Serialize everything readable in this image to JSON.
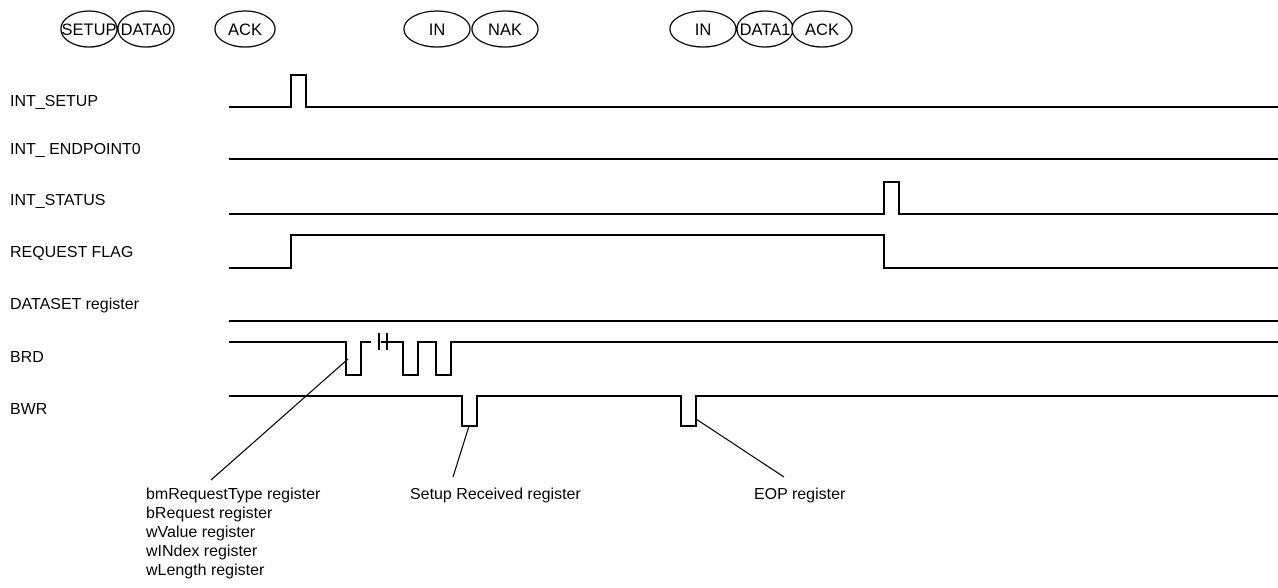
{
  "packet_groups": [
    [
      "SETUP",
      "DATA0",
      "ACK"
    ],
    [
      "IN",
      "NAK"
    ],
    [
      "IN",
      "DATA1",
      "ACK"
    ]
  ],
  "signals": [
    "INT_SETUP",
    "INT_ ENDPOINT0",
    "INT_STATUS",
    "REQUEST FLAG",
    "DATASET register",
    "BRD",
    "BWR"
  ],
  "annotations": {
    "brd_registers": [
      "bmRequestType register",
      "bRequest register",
      "wValue register",
      "wINdex register",
      "wLength register"
    ],
    "setup_received": "Setup Received register",
    "eop": "EOP register"
  }
}
